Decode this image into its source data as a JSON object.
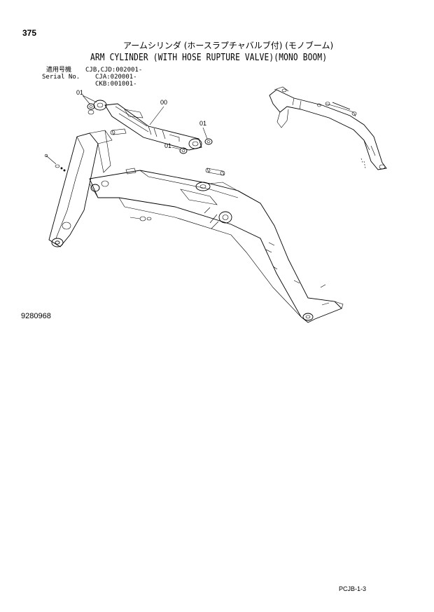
{
  "page": {
    "number": "375",
    "title_jp": "アームシリンダ (ホースラプチャバルブ付) (モノブーム)",
    "title_en": "ARM CYLINDER (WITH HOSE RUPTURE VALVE)(MONO BOOM)",
    "diagram_number": "9280968",
    "page_code": "PCJB-1-3"
  },
  "serial": {
    "label_jp": "適用号機",
    "label_en": "Serial No.",
    "entries": [
      "CJB,CJD:002001-",
      "CJA:020001-",
      "CKB:001001-"
    ]
  },
  "callouts": [
    "01",
    "00",
    "01",
    "01"
  ]
}
